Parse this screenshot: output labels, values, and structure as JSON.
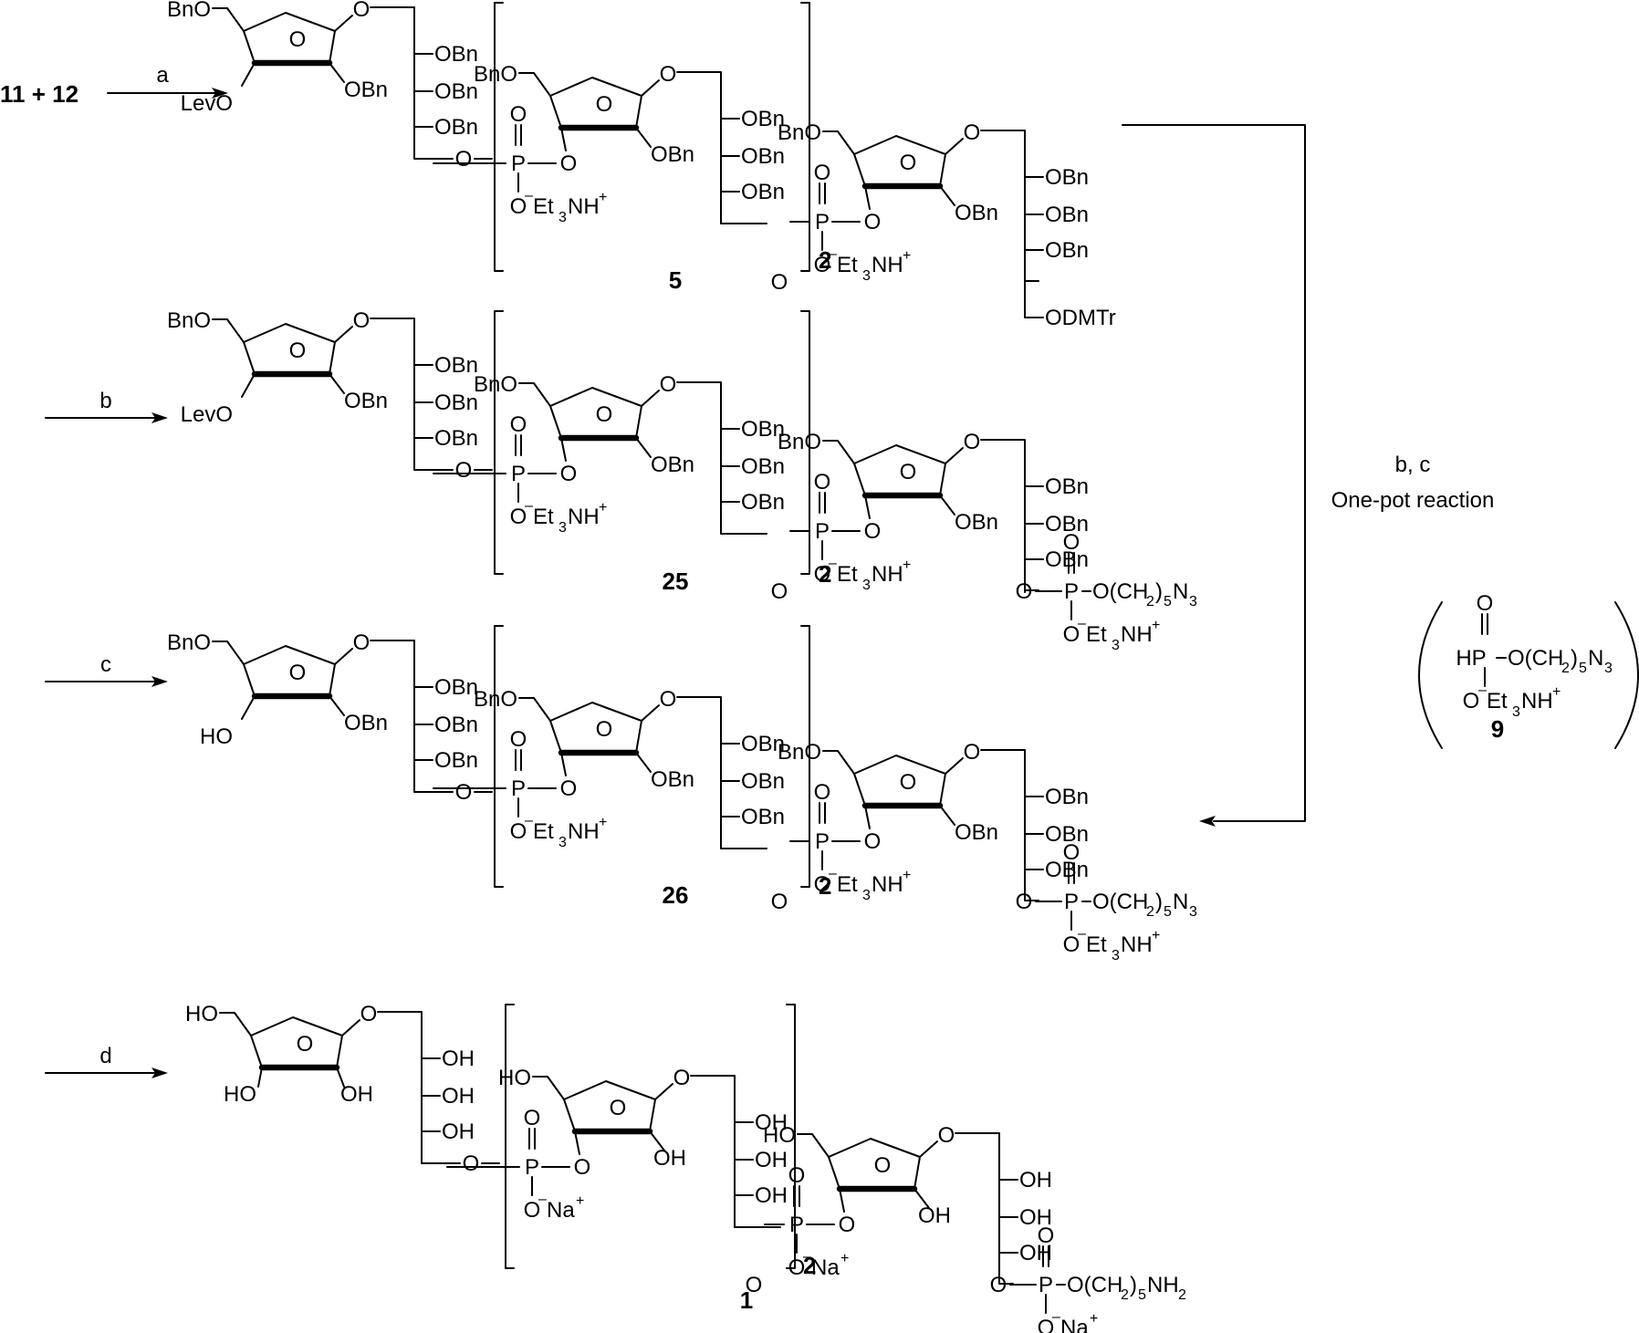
{
  "start_label": "11 + 12",
  "steps": [
    {
      "label": "a",
      "product": "5"
    },
    {
      "label": "b",
      "product": "25"
    },
    {
      "label": "c",
      "product": "26"
    },
    {
      "label": "d",
      "product": "1"
    }
  ],
  "repeat_count": "2",
  "one_pot": {
    "line1": "b, c",
    "line2": "One-pot reaction"
  },
  "reagent": {
    "number": "9"
  }
}
